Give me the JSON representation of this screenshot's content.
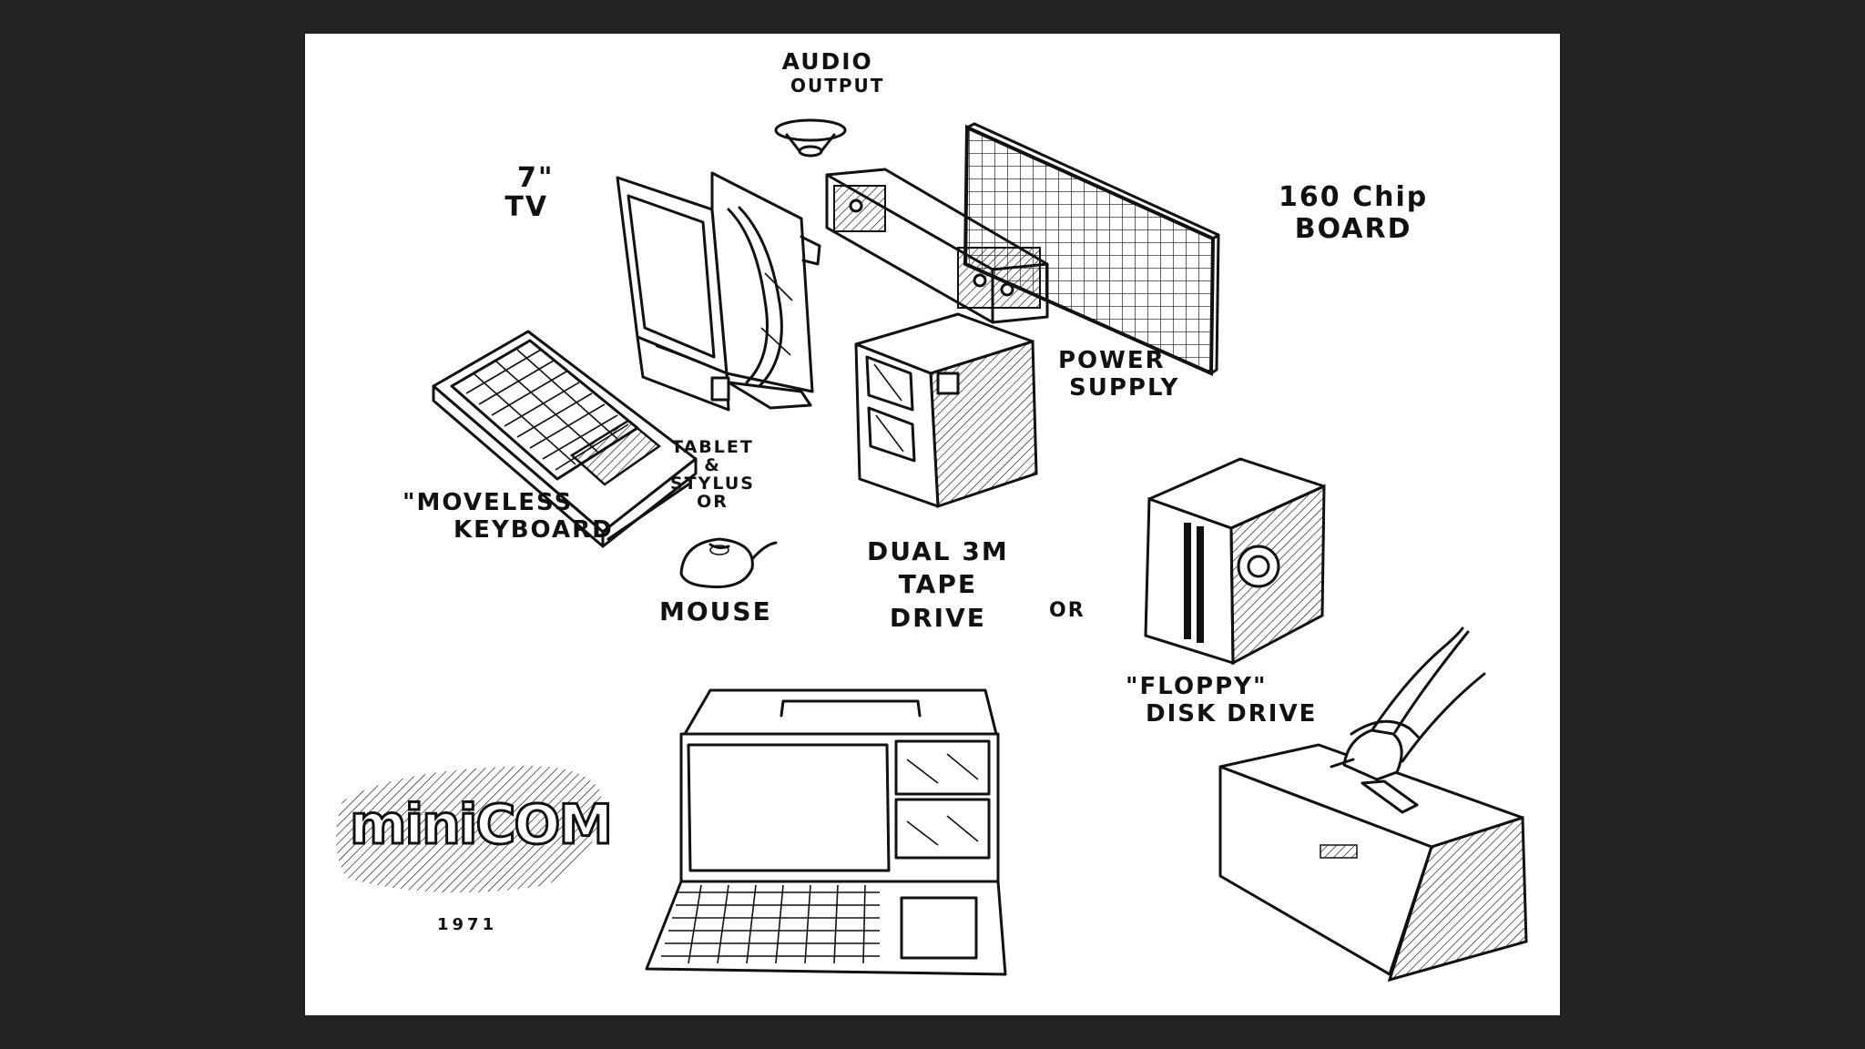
{
  "colors": {
    "background": "#232323",
    "paper": "#ffffff",
    "ink": "#111111"
  },
  "labels": {
    "audio_output": [
      "Audio",
      "Output"
    ],
    "tv": [
      "7\"",
      "TV"
    ],
    "chip_board": [
      "160 Chip",
      "Board"
    ],
    "power_supply": [
      "Power",
      "Supply"
    ],
    "moveless_keyboard": [
      "\"Moveless",
      "Keyboard"
    ],
    "tablet_stylus": [
      "Tablet",
      "&",
      "Stylus",
      "or"
    ],
    "mouse": "Mouse",
    "tape_drive": [
      "Dual 3M",
      "Tape",
      "Drive"
    ],
    "or_between": "or",
    "floppy": [
      "\"Floppy\"",
      "Disk Drive"
    ],
    "logo": "miniCOM",
    "year": "1971"
  }
}
